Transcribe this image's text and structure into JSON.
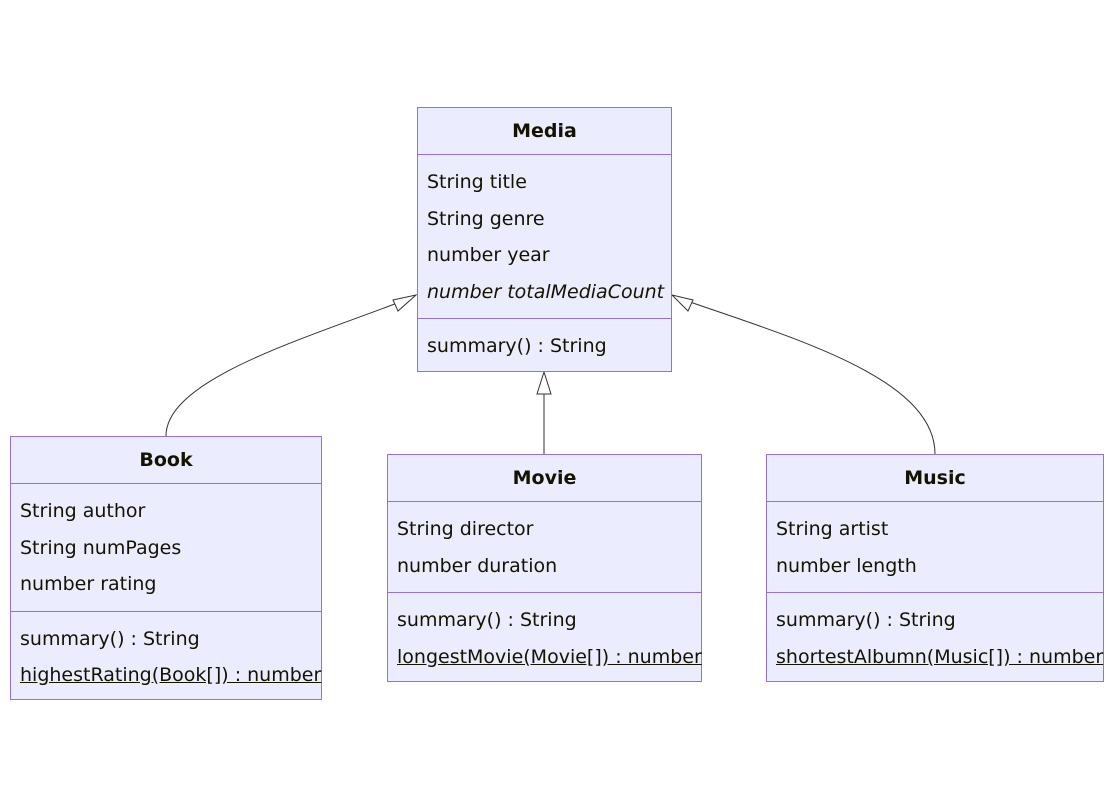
{
  "classes": {
    "media": {
      "name": "Media",
      "attributes": [
        "String title",
        "String genre",
        "number year",
        "number totalMediaCount"
      ],
      "methods": [
        "summary() : String"
      ]
    },
    "book": {
      "name": "Book",
      "attributes": [
        "String author",
        "String numPages",
        "number rating"
      ],
      "methods": [
        "summary() : String",
        "highestRating(Book[]) : number"
      ]
    },
    "movie": {
      "name": "Movie",
      "attributes": [
        "String director",
        "number duration"
      ],
      "methods": [
        "summary() : String",
        "longestMovie(Movie[]) : number"
      ]
    },
    "music": {
      "name": "Music",
      "attributes": [
        "String artist",
        "number length"
      ],
      "methods": [
        "summary() : String",
        "shortestAlbumn(Music[]) : number"
      ]
    }
  },
  "relations": [
    {
      "type": "inheritance",
      "child": "Book",
      "parent": "Media"
    },
    {
      "type": "inheritance",
      "child": "Movie",
      "parent": "Media"
    },
    {
      "type": "inheritance",
      "child": "Music",
      "parent": "Media"
    }
  ],
  "colors": {
    "fill": "#ECECFF",
    "border": "#9370DB",
    "edge": "#333333",
    "text": "#131300"
  }
}
